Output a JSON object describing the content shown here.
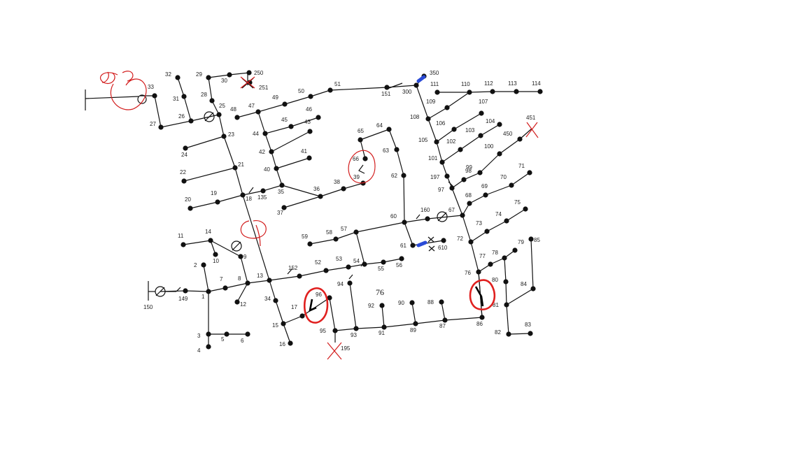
{
  "diagram": {
    "center_label": "76",
    "nodes": [
      "1",
      "2",
      "3",
      "4",
      "5",
      "6",
      "7",
      "8",
      "9",
      "10",
      "11",
      "12",
      "13",
      "14",
      "15",
      "16",
      "17",
      "18",
      "19",
      "20",
      "21",
      "22",
      "23",
      "24",
      "25",
      "26",
      "27",
      "28",
      "29",
      "30",
      "31",
      "32",
      "33",
      "34",
      "35",
      "36",
      "37",
      "38",
      "39",
      "40",
      "41",
      "42",
      "43",
      "44",
      "45",
      "46",
      "47",
      "48",
      "49",
      "50",
      "51",
      "52",
      "53",
      "54",
      "55",
      "56",
      "57",
      "58",
      "59",
      "60",
      "61",
      "62",
      "63",
      "64",
      "65",
      "66",
      "67",
      "68",
      "69",
      "70",
      "71",
      "72",
      "73",
      "74",
      "75",
      "76",
      "77",
      "78",
      "79",
      "80",
      "81",
      "82",
      "83",
      "84",
      "85",
      "86",
      "87",
      "88",
      "89",
      "90",
      "91",
      "92",
      "93",
      "94",
      "95",
      "96",
      "97",
      "98",
      "99",
      "100",
      "101",
      "102",
      "103",
      "104",
      "105",
      "106",
      "107",
      "108",
      "109",
      "110",
      "111",
      "112",
      "113",
      "114",
      "135",
      "149",
      "150",
      "151",
      "152",
      "160",
      "195",
      "197",
      "250",
      "251",
      "300",
      "350",
      "450",
      "451",
      "610"
    ]
  }
}
